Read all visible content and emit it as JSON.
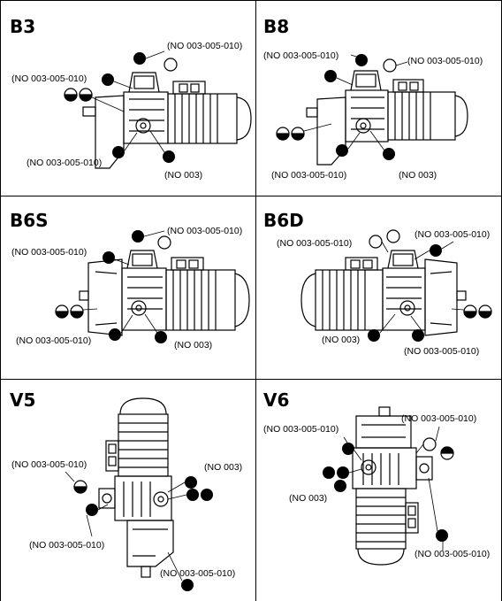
{
  "panels": [
    {
      "title": "B3",
      "labels": [
        "(NO 003-005-010)",
        "(NO 003-005-010)",
        "(NO 003-005-010)",
        "(NO 003)"
      ]
    },
    {
      "title": "B8",
      "labels": [
        "(NO 003-005-010)",
        "(NO 003-005-010)",
        "(NO 003-005-010)",
        "(NO 003)"
      ]
    },
    {
      "title": "B6S",
      "labels": [
        "(NO 003-005-010)",
        "(NO 003-005-010)",
        "(NO 003-005-010)",
        "(NO 003)"
      ]
    },
    {
      "title": "B6D",
      "labels": [
        "(NO 003-005-010)",
        "(NO 003-005-010)",
        "(NO 003)",
        "(NO 003-005-010)"
      ]
    },
    {
      "title": "V5",
      "labels": [
        "(NO 003-005-010)",
        "(NO 003)",
        "(NO 003-005-010)",
        "(NO 003-005-010)"
      ]
    },
    {
      "title": "V6",
      "labels": [
        "(NO 003-005-010)",
        "(NO 003-005-010)",
        "(NO 003)",
        "(NO 003-005-010)"
      ]
    }
  ],
  "colors": {
    "line": "#000000",
    "background": "#ffffff"
  }
}
